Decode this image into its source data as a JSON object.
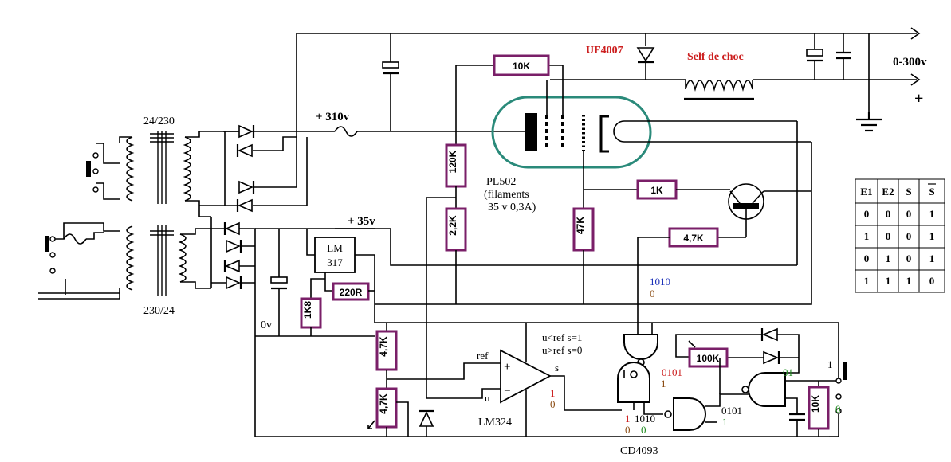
{
  "labels": {
    "diode_uf": "UF4007",
    "choke": "Self de choc",
    "output_voltage": "0-300v",
    "output_plus": "+",
    "transformer_top": "24/230",
    "transformer_bottom": "230/24",
    "hv_rail": "+ 310v",
    "lv_rail": "+ 35v",
    "zero_v": "0v",
    "tube_name": "PL502",
    "tube_note1": "(filaments",
    "tube_note2": "35 v 0,3A)",
    "regulator_line1": "LM",
    "regulator_line2": "317",
    "opamp": "LM324",
    "opamp_ref": "ref",
    "opamp_u": "u",
    "opamp_s": "s",
    "opamp_plus": "+",
    "opamp_minus": "−",
    "cond1": "u<ref  s=1",
    "cond2": "u>ref  s=0",
    "logic_ic": "CD4093",
    "switch_1": "1",
    "switch_0": "0"
  },
  "resistors": {
    "r10k_top": "10K",
    "r120k": "120K",
    "r2k2": "2,2K",
    "r47k": "47K",
    "r1k": "1K",
    "r4k7_base": "4,7K",
    "r220r": "220R",
    "r1k8": "1K8",
    "r4k7_a": "4,7K",
    "r4k7_b": "4,7K",
    "r100k": "100K",
    "r10k_bottom": "10K"
  },
  "states": {
    "s1010_blue": "1010",
    "s0_top": "0",
    "s0101_red": "0101",
    "s1_nand_top": "1",
    "s1_opamp_out": "1",
    "s0_opamp_out": "0",
    "s1_nand_in": "1",
    "s0_nand_in": "0",
    "s1010_mid": "1010",
    "s0_green": "0",
    "s0101_mid": "0101",
    "s1_green": "1",
    "s01_green": "01",
    "s0_green_right": "0"
  },
  "truth_table": {
    "headers": [
      "E1",
      "E2",
      "S",
      "S"
    ],
    "rows": [
      [
        "0",
        "0",
        "0",
        "1"
      ],
      [
        "1",
        "0",
        "0",
        "1"
      ],
      [
        "0",
        "1",
        "0",
        "1"
      ],
      [
        "1",
        "1",
        "1",
        "0"
      ]
    ]
  },
  "colors": {
    "resistor": "#7a1f68",
    "tube": "#2a8a7a",
    "red_text": "#cc1f1f",
    "blue_text": "#1a2fb8",
    "green_text": "#1e8a1e",
    "brown_text": "#8a4a10"
  }
}
